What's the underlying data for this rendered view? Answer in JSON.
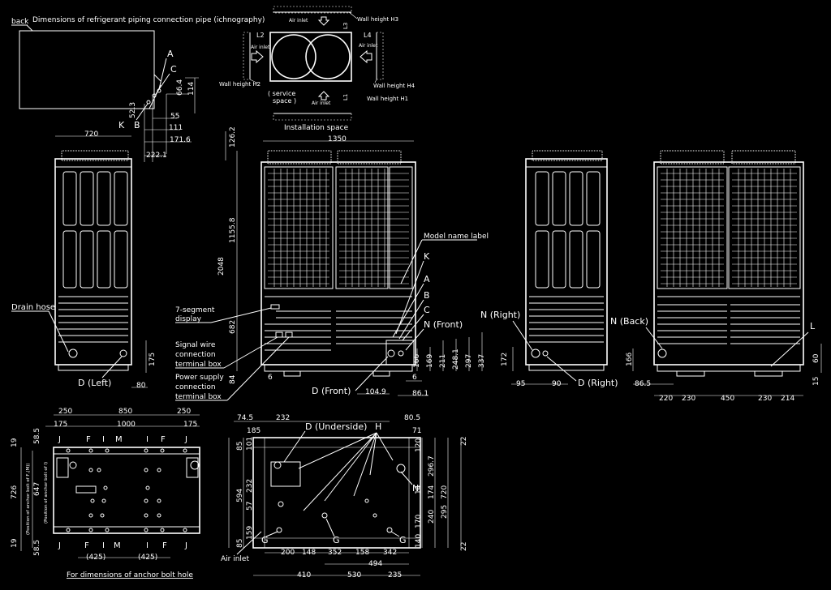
{
  "top_left": {
    "back": "back",
    "title": "Dimensions of refrigerant piping connection pipe (ichnography)",
    "labels": {
      "A": "A",
      "C": "C",
      "K": "K",
      "B": "B"
    },
    "dims": {
      "d52_3": "52.3",
      "d66_4": "66.4",
      "d114": "114",
      "d55": "55",
      "d111": "111",
      "d171_6": "171.6",
      "d222_1": "222.1"
    }
  },
  "installation": {
    "air_inlet_top": "Air inlet",
    "wall_h3": "Wall height H3",
    "l3": "L3",
    "l2": "L2",
    "l4": "L4",
    "air_inlet_left": "Air inlet",
    "air_inlet_right": "Air inlet",
    "wall_h2": "Wall height H2",
    "wall_h4": "Wall height H4",
    "service_space": "service space",
    "air_inlet_bottom": "Air inlet",
    "l1": "L1",
    "wall_h1": "Wall height H1",
    "caption": "Installation space"
  },
  "left_side_view": {
    "width": "720",
    "drain_hose": "Drain hose",
    "d_left": "D (Left)",
    "d175": "175",
    "d80": "80"
  },
  "front_view": {
    "width": "1350",
    "d126_2": "126.2",
    "d1155_8": "1155.8",
    "d2048": "2048",
    "d682": "682",
    "d84": "84",
    "model_label": "Model name label",
    "K": "K",
    "A": "A",
    "B": "B",
    "C": "C",
    "n_front": "N (Front)",
    "seg_display": "7-segment display",
    "signal_box": "Signal wire connection terminal box",
    "power_box": "Power supply connection terminal box",
    "d6a": "6",
    "d6b": "6",
    "d_front": "D (Front)",
    "d104_9": "104.9",
    "d86_1": "86.1",
    "d166": "166",
    "d169": "169",
    "d211": "211",
    "d248_1": "248.1",
    "d297": "297",
    "d337": "337"
  },
  "right_side_view": {
    "n_right": "N (Right)",
    "d_right": "D (Right)",
    "d172": "172",
    "d95": "95",
    "d90": "90"
  },
  "back_view": {
    "n_back": "N (Back)",
    "L": "L",
    "d166": "166",
    "d60": "60",
    "d15": "15",
    "d86_5": "86.5",
    "bottom_dims": [
      "220",
      "230",
      "450",
      "230",
      "214"
    ]
  },
  "anchor_plan": {
    "top_dims": [
      "250",
      "850",
      "250"
    ],
    "dims2": [
      "175",
      "1000",
      "175"
    ],
    "labels_top": [
      "J",
      "F",
      "I",
      "M",
      "I",
      "F",
      "J"
    ],
    "labels_bottom": [
      "J",
      "F",
      "I",
      "M",
      "I",
      "F",
      "J"
    ],
    "bottom_dims": [
      "(425)",
      "(425)"
    ],
    "left_dims": [
      "19",
      "58.5",
      "726",
      "647",
      "58.5",
      "19"
    ],
    "anchor_f_text": "(Position of anchor bolt of F,(M))",
    "anchor_i_text": "(Position of anchor bolt of I)",
    "caption": "For dimensions of anchor bolt hole"
  },
  "underside_view": {
    "top_dims": [
      "74.5",
      "232",
      "185",
      "80.5",
      "71"
    ],
    "d_underside": "D (Underside)",
    "H": "H",
    "N": "N",
    "left_dims": [
      "85",
      "101",
      "232",
      "594",
      "57",
      "159",
      "85"
    ],
    "right_dims": [
      "22",
      "120",
      "296.7",
      "14",
      "174",
      "720",
      "170",
      "240",
      "295",
      "140",
      "22"
    ],
    "G1": "G",
    "G2": "G",
    "G3": "G",
    "air_inlet": "Air inlet",
    "bottom_dims1": [
      "200",
      "148",
      "352",
      "158",
      "342"
    ],
    "d494": "494",
    "bottom_dims2": [
      "410",
      "530",
      "235"
    ]
  }
}
